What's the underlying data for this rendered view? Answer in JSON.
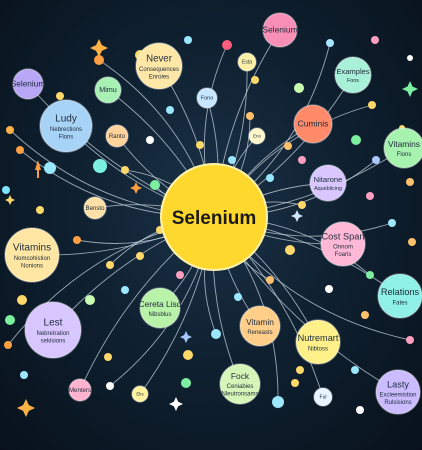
{
  "center": {
    "label": "Selenium",
    "color": "#ffd82e"
  },
  "nodes": [
    {
      "id": "n-selenium-top",
      "lines": [
        "Selenium"
      ],
      "color": "#f78fb6"
    },
    {
      "id": "n-never",
      "lines": [
        "Never",
        "Consequences",
        "Enroles"
      ],
      "color": "#ffe7a8"
    },
    {
      "id": "n-selenium-left",
      "lines": [
        "Selenium"
      ],
      "color": "#b8a7f5"
    },
    {
      "id": "n-mimu",
      "lines": [
        "Mimu"
      ],
      "color": "#a9f0b5"
    },
    {
      "id": "n-ludy",
      "lines": [
        "Ludy",
        "Nebrections",
        "Flons"
      ],
      "color": "#a7d3f7"
    },
    {
      "id": "n-fono",
      "lines": [
        "Fono"
      ],
      "color": "#c7e6ff"
    },
    {
      "id": "n-ranto",
      "lines": [
        "Ranto"
      ],
      "color": "#ffd39a"
    },
    {
      "id": "n-esta",
      "lines": [
        "Esta"
      ],
      "color": "#fff0a8"
    },
    {
      "id": "n-eno",
      "lines": [
        "Eno"
      ],
      "color": "#fff6c9"
    },
    {
      "id": "n-examples",
      "lines": [
        "Examples",
        "Fons"
      ],
      "color": "#a9f0d9"
    },
    {
      "id": "n-cuminis",
      "lines": [
        "Cuminis"
      ],
      "color": "#ff8a6a"
    },
    {
      "id": "n-vitamins-right",
      "lines": [
        "Vitamins",
        "Flons"
      ],
      "color": "#a8f2b0"
    },
    {
      "id": "n-nitarone",
      "lines": [
        "Nitarone",
        "Aqueblicing"
      ],
      "color": "#d9c8ff"
    },
    {
      "id": "n-bensto",
      "lines": [
        "Bensto"
      ],
      "color": "#ffe0a6"
    },
    {
      "id": "n-vitamins-left",
      "lines": [
        "Vitamins",
        "Nomcohistion",
        "Nonions"
      ],
      "color": "#ffe7a3"
    },
    {
      "id": "n-cost-span",
      "lines": [
        "Cost Span",
        "Onnom",
        "Foaris"
      ],
      "color": "#ffb9d6"
    },
    {
      "id": "n-relations",
      "lines": [
        "Relations",
        "Fates"
      ],
      "color": "#8ef0e6"
    },
    {
      "id": "n-lest",
      "lines": [
        "Lest",
        "Nebretration",
        "sekisions"
      ],
      "color": "#d8c6ff"
    },
    {
      "id": "n-cereta",
      "lines": [
        "Cereta Lisd",
        "Nibsblus"
      ],
      "color": "#b9f2a9"
    },
    {
      "id": "n-vitamin",
      "lines": [
        "Vitamin",
        "Reneasts"
      ],
      "color": "#ffcf8a"
    },
    {
      "id": "n-nutremart",
      "lines": [
        "Nutremart",
        "Nibtoss"
      ],
      "color": "#fff08a"
    },
    {
      "id": "n-menters",
      "lines": [
        "Menters"
      ],
      "color": "#ffb3cf"
    },
    {
      "id": "n-eks",
      "lines": [
        "Eks"
      ],
      "color": "#fff3a0"
    },
    {
      "id": "n-fock",
      "lines": [
        "Fock",
        "Ceniabies",
        "Nleutronsams"
      ],
      "color": "#d6f5b8"
    },
    {
      "id": "n-ful",
      "lines": [
        "Ful"
      ],
      "color": "#e8f4ff"
    },
    {
      "id": "n-lasty",
      "lines": [
        "Lasty",
        "Excleemistion",
        "Rulsisions"
      ],
      "color": "#cbbcff"
    }
  ]
}
